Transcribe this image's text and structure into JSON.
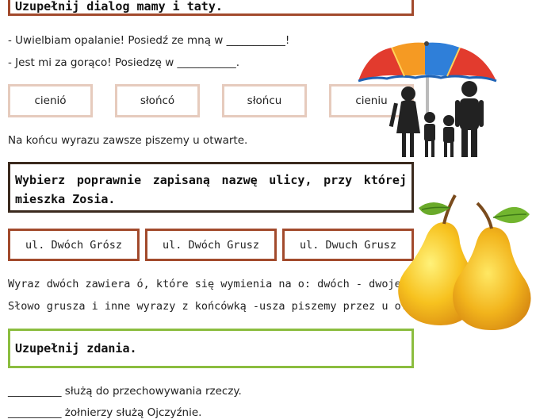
{
  "colors": {
    "heading_border_brown": "#a24a2c",
    "heading_border_dark": "#3b2a1e",
    "heading_border_green": "#8bbd3f",
    "option_border_light": "#e6cbbd",
    "option_border_dark": "#a24a2c"
  },
  "section1": {
    "heading": "Uzupełnij dialog mamy i taty.",
    "sentences": [
      "- Uwielbiam opalanie! Posiedź ze mną w ___________!",
      "- Jest mi za gorąco! Posiedzę w ___________."
    ],
    "options": [
      "cienió",
      "słońcó",
      "słońcu",
      "cieniu"
    ],
    "note": "Na końcu wyrazu zawsze piszemy u otwarte.",
    "illustration_icon": "umbrella-family-icon"
  },
  "section2": {
    "heading": "Wybierz poprawnie zapisaną nazwę ulicy, przy której mieszka Zosia.",
    "options": [
      "ul. Dwóch Grósz",
      "ul. Dwóch Grusz",
      "ul. Dwuch Grusz"
    ],
    "notes": [
      "Wyraz dwóch zawiera ó, które się wymienia na o: dwóch - dwoje.",
      "Słowo grusza i inne wyrazy z końcówką -usza piszemy przez u otwarte."
    ],
    "illustration_icon": "pears-icon"
  },
  "section3": {
    "heading": "Uzupełnij zdania.",
    "sentences": [
      "__________ służą do przechowywania rzeczy.",
      "__________ żołnierzy służą Ojczyźnie."
    ]
  }
}
